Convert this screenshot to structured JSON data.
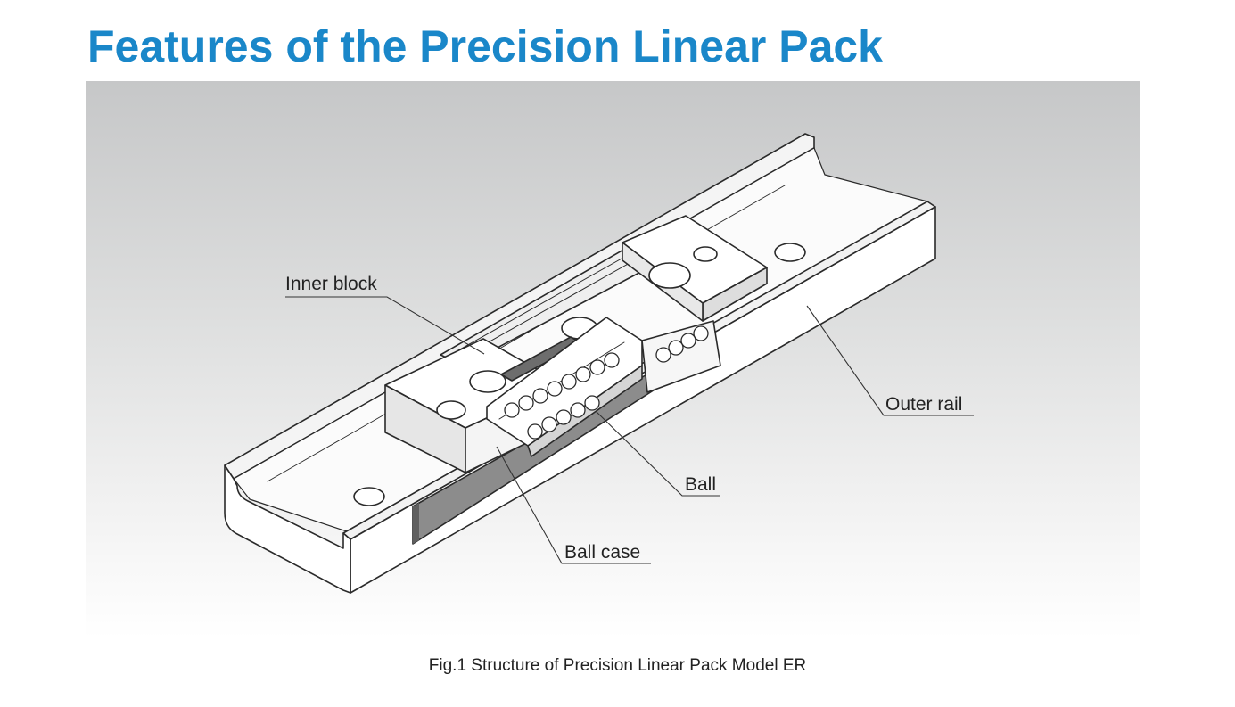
{
  "page": {
    "title": "Features of the Precision Linear Pack",
    "caption": "Fig.1 Structure of Precision Linear Pack Model ER"
  },
  "diagram": {
    "labels": {
      "inner_block": "Inner block",
      "outer_rail": "Outer rail",
      "ball": "Ball",
      "ball_case": "Ball case"
    }
  },
  "colors": {
    "title": "#1a87c9",
    "outline": "#2a2a2a"
  }
}
